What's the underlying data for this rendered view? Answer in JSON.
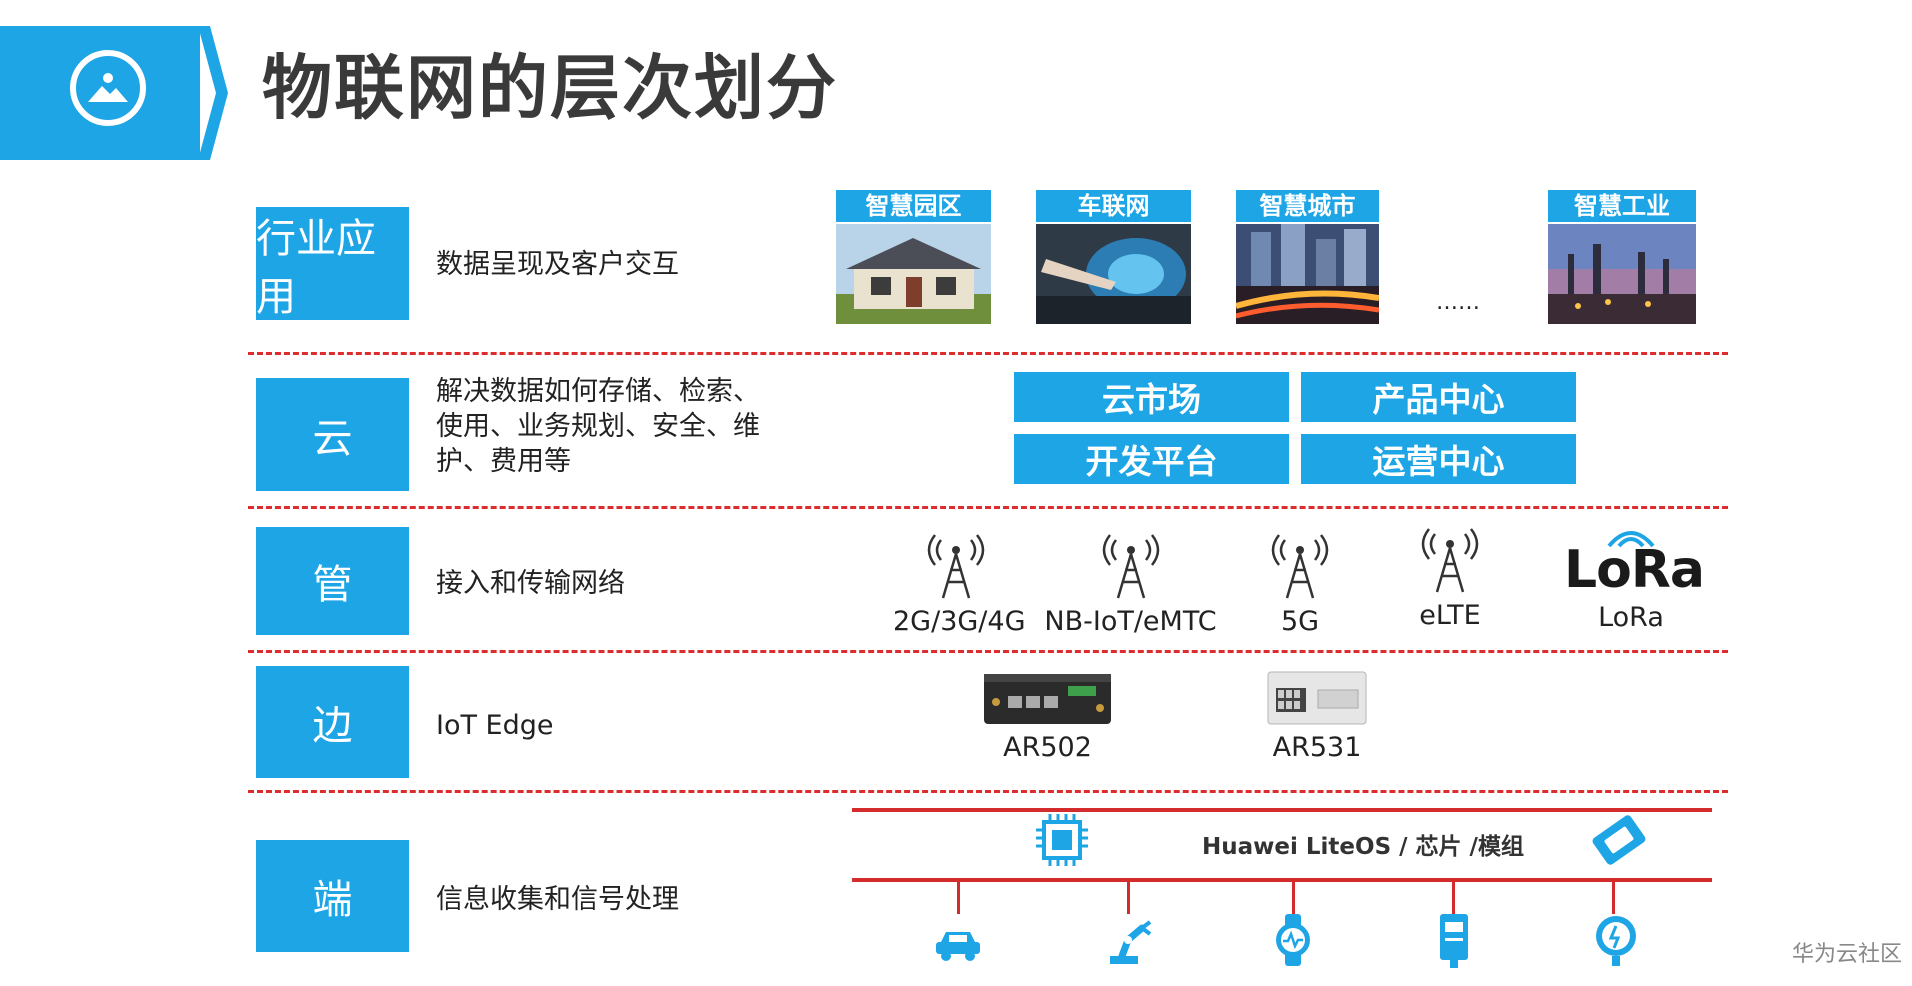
{
  "page": {
    "title": "物联网的层次划分",
    "watermark": "华为云社区"
  },
  "layers": [
    {
      "label": "行业应用",
      "desc": "数据呈现及客户交互"
    },
    {
      "label": "云",
      "desc": "解决数据如何存储、检索、使用、业务规划、安全、维护、费用等",
      "desc_lines": [
        "解决数据如何存储、检索、",
        "使用、业务规划、安全、维",
        "护、费用等"
      ]
    },
    {
      "label": "管",
      "desc": "接入和传输网络"
    },
    {
      "label": "边",
      "desc": "IoT Edge"
    },
    {
      "label": "端",
      "desc": "信息收集和信号处理"
    }
  ],
  "applications": [
    "智慧园区",
    "车联网",
    "智慧城市",
    "智慧工业"
  ],
  "applications_more": "……",
  "cloud_modules": [
    "云市场",
    "产品中心",
    "开发平台",
    "运营中心"
  ],
  "networks": [
    "2G/3G/4G",
    "NB-IoT/eMTC",
    "5G",
    "eLTE",
    "LoRa"
  ],
  "lora_logo": "LoRa",
  "edge_devices": [
    "AR502",
    "AR531"
  ],
  "terminal": {
    "os_label": "Huawei LiteOS / 芯片 /模组",
    "icons": [
      "car-icon",
      "robot-arm-icon",
      "smart-watch-icon",
      "meter-icon",
      "water-meter-icon"
    ]
  },
  "colors": {
    "accent": "#1ea5e6",
    "separator": "#dd2c2c",
    "bus": "#d42c2c"
  }
}
